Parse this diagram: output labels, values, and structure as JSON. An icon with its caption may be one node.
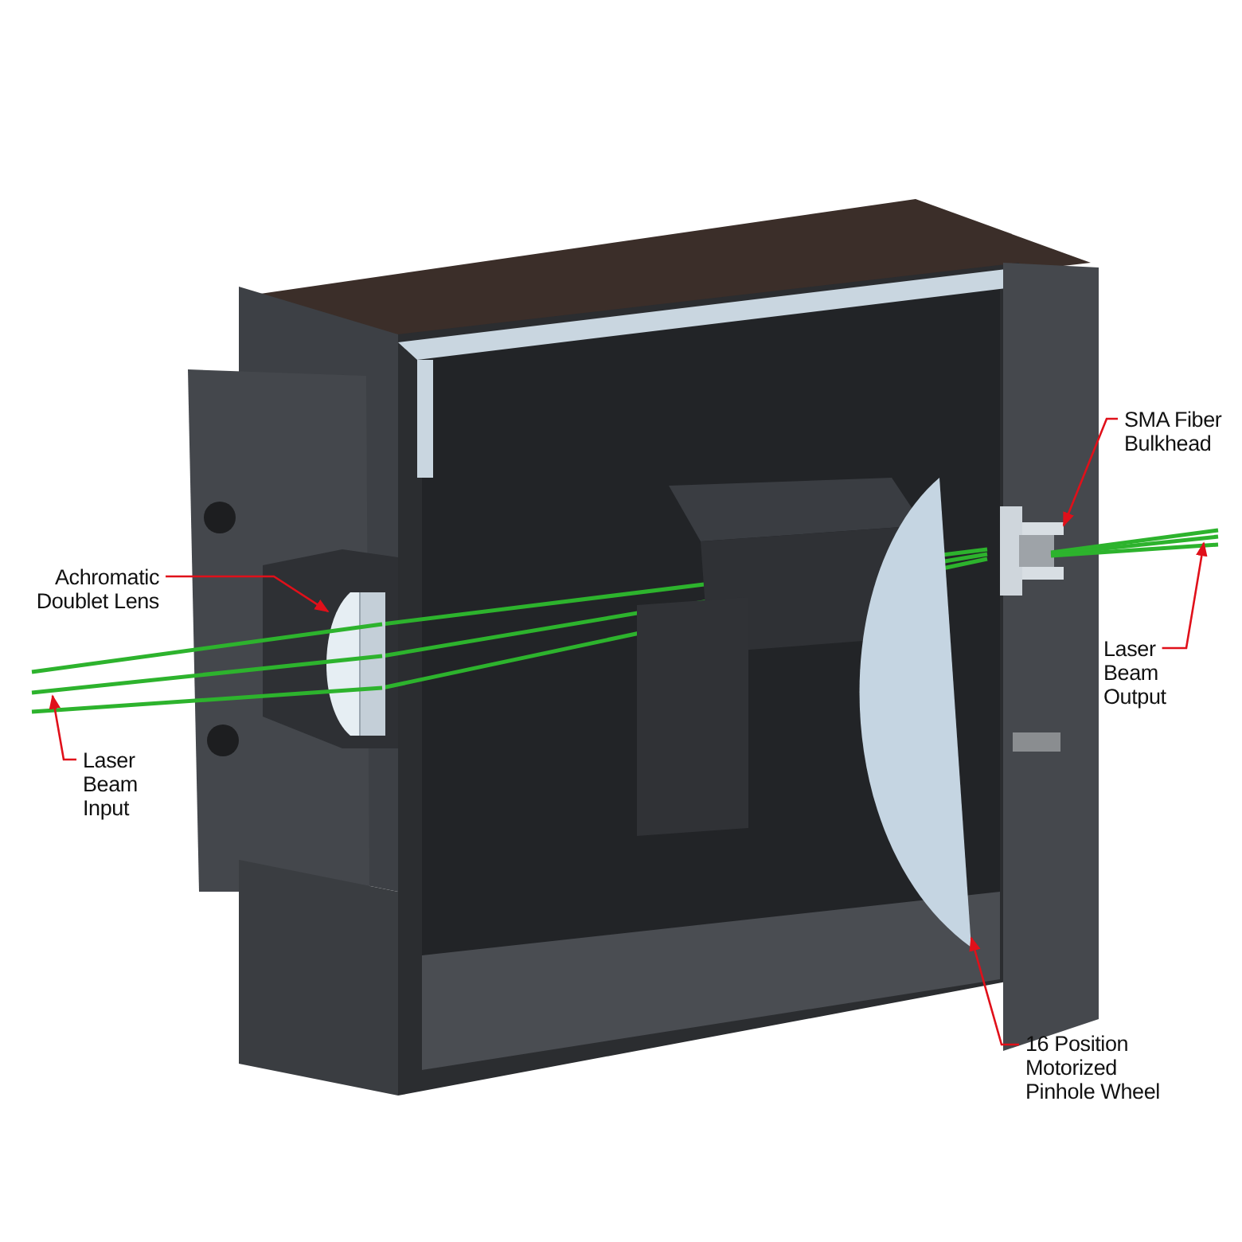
{
  "diagram": {
    "nodes": [
      {
        "text": [
          "SMA Fiber Bulkhead"
        ]
      },
      {
        "text": [],
        "shape": "picture"
      },
      {
        "text": [
          "Achromatic Doublet Lens"
        ]
      },
      {
        "text": [],
        "shape": "picture"
      },
      {
        "text": [
          "Laser Beam Output"
        ]
      },
      {
        "text": [],
        "shape": "picture"
      },
      {
        "text": [
          "Laser Beam Input"
        ]
      },
      {
        "text": [],
        "shape": "picture"
      },
      {
        "text": [
          "16 Position Motorized Pinhole Wheel"
        ]
      },
      {
        "text": [],
        "shape": "picture"
      }
    ],
    "edges": [
      {
        "from": 0,
        "to": 1,
        "arrow": "to"
      },
      {
        "from": 2,
        "to": 3,
        "arrow": "to"
      },
      {
        "from": 4,
        "to": 5,
        "arrow": "to"
      },
      {
        "from": 6,
        "to": 7,
        "arrow": "to"
      },
      {
        "from": 8,
        "to": 9,
        "arrow": "to"
      }
    ]
  }
}
